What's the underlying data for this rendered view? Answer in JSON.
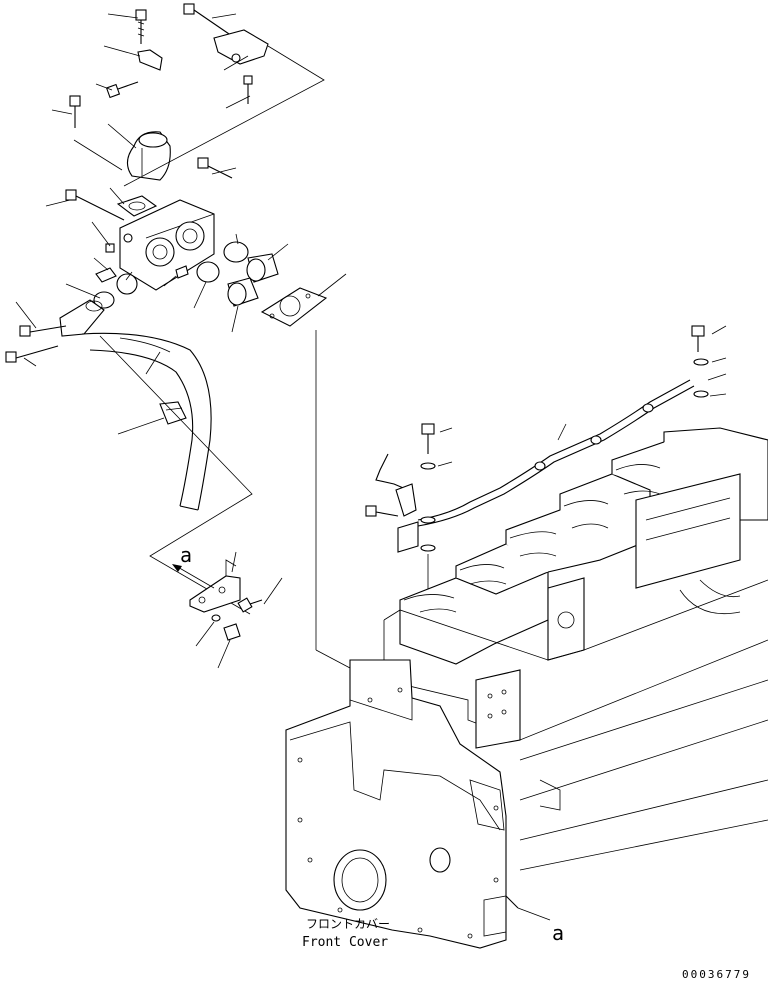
{
  "labels": {
    "ref_a_upper": "a",
    "ref_a_lower": "a",
    "front_cover_jp": "フロントカバー",
    "front_cover_en": "Front Cover",
    "drawing_number": "00036779"
  }
}
